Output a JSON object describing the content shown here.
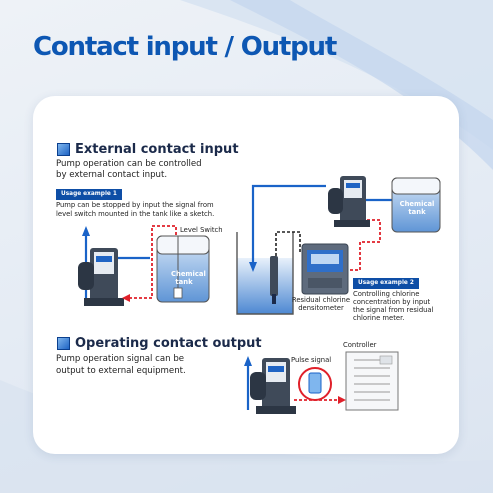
{
  "page": {
    "title": "Contact input / Output"
  },
  "external": {
    "heading": "External contact input",
    "description_line1": "Pump operation can be controlled",
    "description_line2": "by external contact input.",
    "example1": {
      "badge": "Usage example 1",
      "line1": "Pump can be stopped by input the signal from",
      "line2": "level switch mounted in the tank like a sketch."
    },
    "level_switch_label": "Level Switch",
    "tank_label_line1": "Chemical",
    "tank_label_line2": "tank",
    "tank2_label_line1": "Chemical",
    "tank2_label_line2": "tank",
    "densitometer_line1": "Residual chlorine",
    "densitometer_line2": "densitometer",
    "example2": {
      "badge": "Usage example 2",
      "line1": "Controlling chlorine",
      "line2": "concentration by input",
      "line3": "the signal from residual",
      "line4": "chlorine meter."
    }
  },
  "operating": {
    "heading": "Operating contact output",
    "description_line1": "Pump operation signal can be",
    "description_line2": "output to external equipment.",
    "pulse_label": "Pulse signal",
    "controller_label": "Controller"
  },
  "colors": {
    "brand": "#0d57b3",
    "pipe": "#1a63c8",
    "signal": "#e0202a",
    "badge": "#0e4ea6"
  }
}
